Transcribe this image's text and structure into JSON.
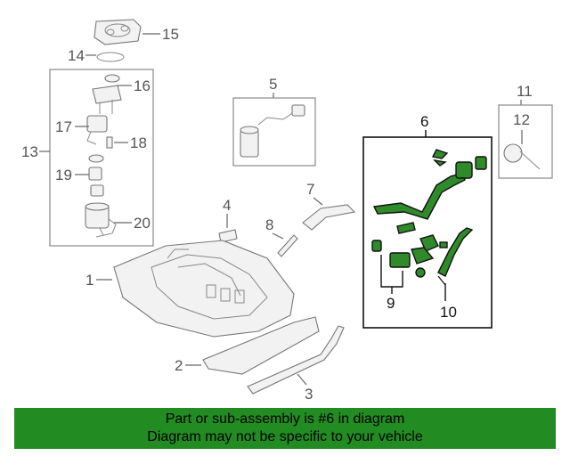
{
  "diagram": {
    "callouts": [
      {
        "id": "c1",
        "label": "1"
      },
      {
        "id": "c2",
        "label": "2"
      },
      {
        "id": "c3",
        "label": "3"
      },
      {
        "id": "c4",
        "label": "4"
      },
      {
        "id": "c5",
        "label": "5"
      },
      {
        "id": "c6",
        "label": "6"
      },
      {
        "id": "c7",
        "label": "7"
      },
      {
        "id": "c8",
        "label": "8"
      },
      {
        "id": "c9",
        "label": "9"
      },
      {
        "id": "c10",
        "label": "10"
      },
      {
        "id": "c11",
        "label": "11"
      },
      {
        "id": "c12",
        "label": "12"
      },
      {
        "id": "c13",
        "label": "13"
      },
      {
        "id": "c14",
        "label": "14"
      },
      {
        "id": "c15",
        "label": "15"
      },
      {
        "id": "c16",
        "label": "16"
      },
      {
        "id": "c17",
        "label": "17"
      },
      {
        "id": "c18",
        "label": "18"
      },
      {
        "id": "c19",
        "label": "19"
      },
      {
        "id": "c20",
        "label": "20"
      }
    ],
    "highlighted_part": "6",
    "highlight_color": "#2f8a2a"
  },
  "notice": {
    "line1": "Part or sub-assembly is #6 in diagram",
    "line2": "Diagram may not be specific to your vehicle",
    "background": "#228B22"
  }
}
